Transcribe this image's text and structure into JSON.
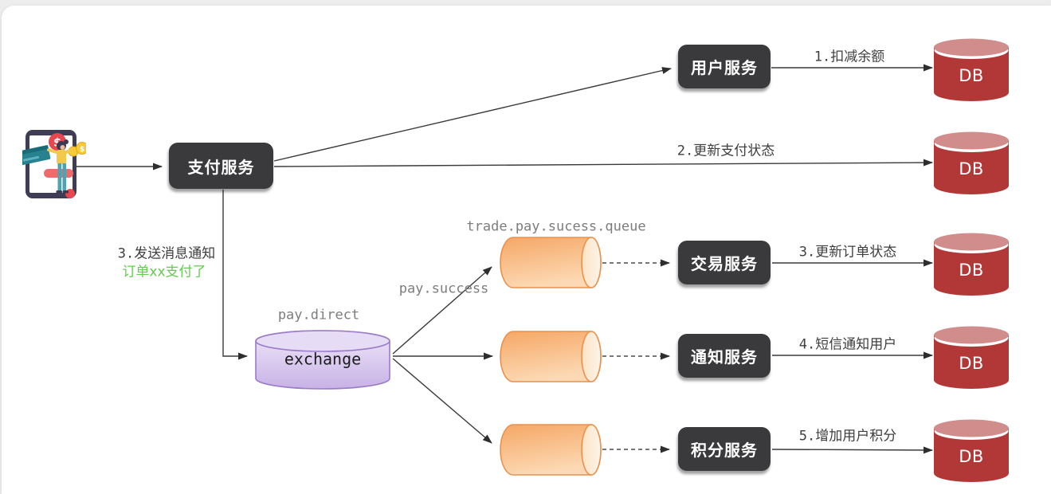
{
  "diagram": {
    "source": {
      "dollar": "$"
    },
    "nodes": {
      "payment_service": {
        "label": "支付服务"
      },
      "user_service": {
        "label": "用户服务"
      },
      "trade_service": {
        "label": "交易服务"
      },
      "notify_service": {
        "label": "通知服务"
      },
      "points_service": {
        "label": "积分服务"
      },
      "exchange": {
        "label": "exchange",
        "name": "pay.direct"
      },
      "queue_top": {
        "name": "trade.pay.sucess.queue"
      },
      "db_label": "DB"
    },
    "edges": {
      "step1": "1.扣减余额",
      "step2": "2.更新支付状态",
      "send_msg": "3.发送消息通知",
      "send_msg_detail": "订单xx支付了",
      "routing_key": "pay.success",
      "step3": "3.更新订单状态",
      "step4": "4.短信通知用户",
      "step5": "5.增加用户积分"
    },
    "colors": {
      "service_box": "#3a3a3c",
      "db_body": "#b23838",
      "db_top": "#d18c8c",
      "queue_stroke": "#e9914d",
      "exchange_stroke": "#9a7bc8",
      "highlight_green": "#62cd4e"
    }
  }
}
